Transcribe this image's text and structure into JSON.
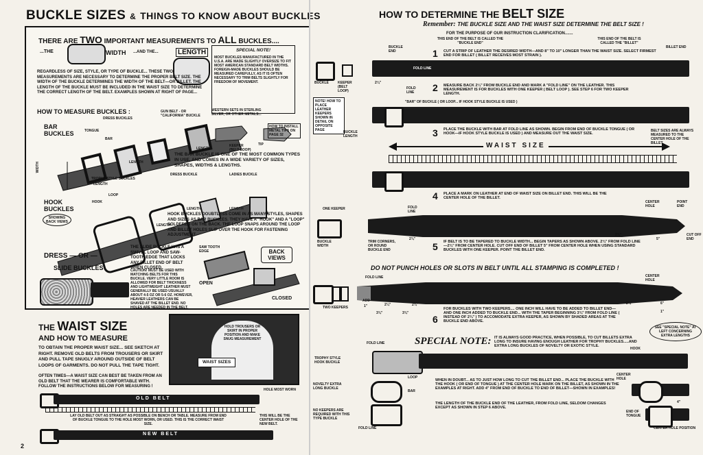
{
  "left": {
    "title_main": "BUCKLE SIZES",
    "title_and": "&",
    "title_rest": "THINGS TO KNOW ABOUT BUCKLES",
    "intro_prefix": "THERE ARE",
    "intro_two": "TWO",
    "intro_mid": "IMPORTANT MEASUREMENTS TO",
    "intro_all": "ALL",
    "intro_end": "BUCKLES....",
    "width_label": "WIDTH",
    "and_the": "...AND THE...",
    "length_label": "LENGTH",
    "regardless": "REGARDLESS OF SIZE, STYLE, OR TYPE OF BUCKLE... THESE TWO MEASUREMENTS ARE NECESSARY TO DETERMINE THE PROPER BELT SIZE. THE WIDTH OF THE BUCKLE DETERMINES THE WIDTH OF THE BELT—OR BILLET. THE LENGTH OF THE BUCKLE MUST BE INCLUDED IN THE WAIST SIZE TO DETERMINE THE CORRECT LENGTH OF THE BELT. EXAMPLES SHOWN AT RIGHT OF PAGE...",
    "special_note_title": "SPECIAL NOTE!",
    "special_note_text": "MOST BUCKLES MANUFACTURED IN THE U.S.A. ARE MADE SLIGHTLY OVERSIZE TO FIT MOST AMERICAN STANDARD BELT WIDTHS. FOREIGN-MADE BUCKLES SHOULD BE MEASURED CAREFULLY, AS IT IS OFTEN NECESSARY TO TRIM BELTS SLIGHTLY FOR FREEDOM OF MOVEMENT.",
    "how_to_measure": "HOW TO MEASURE BUCKLES :",
    "bar_buckles": "BAR BUCKLES",
    "hook_buckles": "HOOK BUCKLES",
    "showing_back": "SHOWING BACK VIEWS",
    "dress_or": "DRESS — OR —",
    "slide_buckles": "SLIDE BUCKLES",
    "labels": {
      "tongue": "TONGUE",
      "bar": "BAR",
      "dress_buckles": "DRESS BUCKLES",
      "gun_belt": "GUN BELT - OR \"CALIFORNIA\" BUCKLE",
      "western": "WESTERN SETS IN STERLING SILVER, OR OTHER METALS...",
      "install": "HOW TO INSTALL METAL TIPS ON PAGE 32",
      "keeper": "KEEPER (BELT LOOP)",
      "tip": "TIP",
      "length": "LENGTH",
      "trophy_style": "TROPHY STYLE BUCKLES",
      "dress_buckle": "DRESS BUCKLE",
      "ladies_buckle": "LADIES BUCKLE",
      "loop": "LOOP",
      "hook": "HOOK",
      "saw_tooth": "SAW TOOTH EDGE",
      "back_views": "BACK VIEWS",
      "open": "OPEN",
      "closed": "CLOSED",
      "width_side": "WIDTH",
      "length_side": "LENGTH"
    },
    "bar_buckle_text": "THE BAR BUCKLE IS ONE OF THE MOST COMMON TYPES IN USE, AND COMES IN A WIDE VARIETY OF SIZES, SHAPES, WIDTHS & LENGTHS.",
    "hook_text": "HOOK BUCKLES DOUBTLESS COME IN AS MANY STYLES, SHAPES AND SIZES AS BAR BUCKLES. THEY HAVE A \"HOOK\" AND A \"LOOP\" SOLDERED ON THE BACK. THE LOOP SNAPS AROUND THE LOOP AND BILLET HOLES SLIP OVER THE HOOK FOR FASTENING ADJUSTMENT.",
    "slide_text": "THE SLIDE BUCKLE HAS A SWIVEL LOOP AND SAW-TOOTH EDGE THAT LOCKS ANY BILLET END OF BELT WHEN CLOSED.",
    "caution_text": "CAUTION! MUST BE USED WITH MATCHING BELTS FOR THIS BUCKLE. VERY LITTLE ROOM IS ALLOWED FOR BELT THICKNESS AND LIGHTWEIGHT LEATHER MUST GENERALLY BE USED USUALLY ABOUT 4-5 OZ OR 5-6 OZ. HOWEVER, HEAVIER LEATHERS CAN BE SHAVED AT THE BILLET END. NO HOLES ARE NEEDED IN THE BELT.",
    "waist_title1": "THE",
    "waist_title2": "WAIST SIZE",
    "waist_title3": "AND HOW TO MEASURE",
    "waist_text1": "TO OBTAIN THE PROPER WAIST SIZE... SEE SKETCH AT RIGHT. REMOVE OLD BELTS FROM TROUSERS OR SKIRT AND PULL TAPE SNUGLY AROUND OUTSIDE OF BELT LOOPS OF GARMENTS. DO NOT PULL THE TAPE TIGHT.",
    "waist_text2": "OFTEN TIMES—A WAIST SIZE CAN BEST BE TAKEN FROM AN OLD BELT THAT THE WEARER IS COMFORTABLE WITH. FOLLOW THE INSTRUCTIONS BELOW FOR MEASURING !",
    "hold_trousers": "HOLD TROUSERS OR SKIRT IN PROPER POSITION AND MAKE SNUG MEASUREMENT",
    "waist_sizes": "WAIST SIZES",
    "old_belt": "OLD BELT",
    "new_belt": "NEW BELT",
    "hole_most_worn": "HOLE MOST WORN",
    "lay_old_belt": "LAY OLD BELT OUT AS STRAIGHT AS POSSIBLE ON BENCH OR TABLE. MEASURE FROM END OF BUCKLE TONGUE TO THE HOLE MOST WORN, OR USED. THIS IS THE CORRECT WAIST SIZE.",
    "center_hole_text": "THIS WILL BE THE CENTER HOLE OF THE NEW BELT.",
    "page_number": "2"
  },
  "right": {
    "title_pre": "HOW TO DETERMINE THE",
    "title_big": "BELT SIZE",
    "remember": "Remember:",
    "remember_text": "THE BUCKLE SIZE AND THE WAIST SIZE DETERMINE THE BELT SIZE !",
    "purpose": "FOR THE PURPOSE OF OUR INSTRUCTION CLARIFICATION.......",
    "buckle_end_def": "THIS END OF THE BELT IS CALLED THE \"BUCKLE END\"",
    "billet_def": "THIS END OF THE BELT IS CALLED THE \"BILLET\"",
    "buckle_end": "BUCKLE END",
    "billet_end": "BILLET END",
    "buckle": "BUCKLE",
    "keeper_loop": "KEEPER (BELT LOOP)",
    "note_keepers": "NOTE! HOW TO PLACE LEATHER KEEPERS SHOWN IN DETAIL ON OPPOSITE PAGE",
    "fold_line": "FOLD LINE",
    "bar_of_buckle": "\"BAR\" OF BUCKLE ( OR LOOP... IF HOOK STYLE BUCKLE IS USED )",
    "buckle_length": "BUCKLE LENGTH",
    "buckle_width": "BUCKLE WIDTH",
    "waist_size": "WAIST SIZE",
    "one_keeper": "ONE KEEPER",
    "two_keepers": "TWO KEEPERS",
    "trim_corners": "TRIM CORNERS, OR ROUND BUCKLE END",
    "center_hole": "CENTER HOLE",
    "point_end": "POINT END",
    "cut_end": "CUT OFF END",
    "belt_sizes": "BELT SIZES ARE ALWAYS MEASURED TO THE CENTER HOLE OF THE BILLET.",
    "step1": "CUT A STRIP OF LEATHER THE DESIRED WIDTH—AND 8\" TO 10\" LONGER THAN THE WAIST SIZE. SELECT FIRMEST END FOR BILLET ( BILLET RECEIVES MOST STRAIN ).",
    "step2": "MEASURE BACK 2¼\" FROM BUCKLE END AND MARK A \"FOLD LINE\" ON THE LEATHER. THIS MEASUREMENT IS FOR BUCKLES WITH ONE KEEPER ( BELT LOOP ). SEE STEP 6 FOR TWO KEEPER LENGTH.",
    "step3": "PLACE THE BUCKLE WITH BAR AT FOLD LINE AS SHOWN. BEGIN FROM END OF BUCKLE TONGUE ( OR HOOK—IF HOOK STYLE BUCKLE IS USED ) AND MEASURE OUT THE WAIST SIZE.",
    "step4": "PLACE A MARK ON LEATHER AT END OF WAIST SIZE ON BILLET END. THIS WILL BE THE CENTER HOLE OF THE BILLET.",
    "step5": "IF BELT IS TO BE TAPERED TO BUCKLE WIDTH... BEGIN TAPERS AS SHOWN ABOVE. 2¾\" FROM FOLD LINE—2¾\" FROM CENTER HOLE. CUT OFF END OF BILLET 5\" FROM CENTER HOLE WHEN USING STANDARD BUCKLES WITH ONE KEEPER. POINT THE BILLET END.",
    "do_not_punch": "DO NOT PUNCH HOLES OR SLOTS IN BELT UNTIL ALL STAMPING IS COMPLETED !",
    "step6": "FOR BUCKLES WITH TWO KEEPERS.... ONE INCH WILL HAVE TO BE ADDED TO BILLET END—AND ONE INCH ADDED TO BUCKLE END... WITH THE TAPER BEGINNING 3¾\" FROM FOLD LINE ( INSTEAD OF 2¾\" ) TO ACCOMODATE EXTRA KEEPER, AS SHOWN BY SHADED AREAS AT THE BUCKLE END ABOVE.",
    "special_note_title": "SPECIAL NOTE:",
    "special_note_text": "IT IS ALWAYS GOOD PRACTICE, WHEN POSSIBLE, TO CUT BILLETS EXTRA LONG TO INSURE HAVING ENOUGH LEATHER FOR TROPHY BUCKLES.....AND EXTRA LONG BUCKLES OF NOVELTY OR EXOTIC STYLE.",
    "see_special": "See \"SPECIAL NOTE\" AT LEFT CONCERNING EXTRA LENGTHS",
    "trophy_hook": "TROPHY STYLE HOOK BUCKLE",
    "novelty": "NOVELTY EXTRA LONG BUCKLE",
    "no_keepers": "NO KEEPERS ARE REQUIRED WITH THIS TYPE BUCKLE",
    "when_in_doubt": "WHEN IN DOUBT... AS TO JUST HOW LONG TO CUT THE BILLET END... PLACE THE BUCKLE WITH THE HOOK ( OR END OF TONGUE ) AT THE CENTER HOLE MARK ON THE BILLET, AS SHOWN IN THE EXAMPLES AT RIGHT. ADD 4\" FROM END OF BUCKLE TO END OF BILLET—SHOWN IN EXAMPLES!",
    "length_note": "THE LENGTH OF THE BUCKLE END OF THE LEATHER, FROM FOLD LINE, SELDOM CHANGES EXCEPT AS SHOWN IN STEP 6 ABOVE.",
    "end_of_tongue": "END OF TONGUE",
    "center_hole_position": "CENTER HOLE POSITION",
    "hook_lbl": "HOOK",
    "loop_lbl": "LOOP",
    "bar_lbl": "BAR",
    "dims": {
      "d2q": "2¼\"",
      "d2tq": "2¾\"",
      "d5": "5\"",
      "d6": "6\"",
      "d1": "1\"",
      "d3tq": "3¾\"",
      "d4": "4\"",
      "d3tq_b": "3¾\"",
      "d2tq_b": "2¾\"",
      "add": "ADD"
    },
    "steps": [
      "1",
      "2",
      "3",
      "4",
      "5",
      "6"
    ]
  }
}
